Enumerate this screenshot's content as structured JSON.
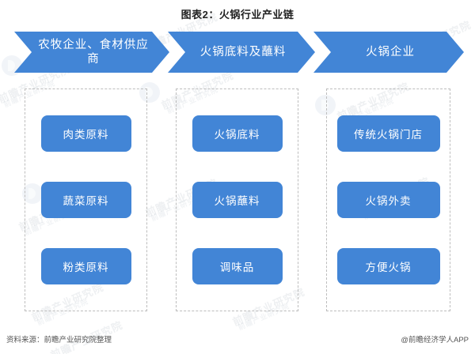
{
  "title": "图表2：火锅行业产业链",
  "colors": {
    "brand_blue": "#4285d6",
    "dashed_border": "#bdbdbd",
    "title_text": "#222222",
    "footer_text": "#555555",
    "background": "#ffffff"
  },
  "stages": [
    {
      "banner_label": "农牧企业、食材供应商",
      "nodes": [
        {
          "label": "肉类原料"
        },
        {
          "label": "蔬菜原料"
        },
        {
          "label": "粉类原料"
        }
      ]
    },
    {
      "banner_label": "火锅底料及蘸料",
      "nodes": [
        {
          "label": "火锅底料"
        },
        {
          "label": "火锅蘸料"
        },
        {
          "label": "调味品"
        }
      ]
    },
    {
      "banner_label": "火锅企业",
      "nodes": [
        {
          "label": "传统火锅门店"
        },
        {
          "label": "火锅外卖"
        },
        {
          "label": "方便火锅"
        }
      ]
    }
  ],
  "footer": {
    "source": "资料来源：前瞻产业研究院整理",
    "credit": "@前瞻经济学人APP"
  },
  "watermarks": {
    "brand": "前瞻产业研究院",
    "sub": "前瞻产业研究院"
  }
}
